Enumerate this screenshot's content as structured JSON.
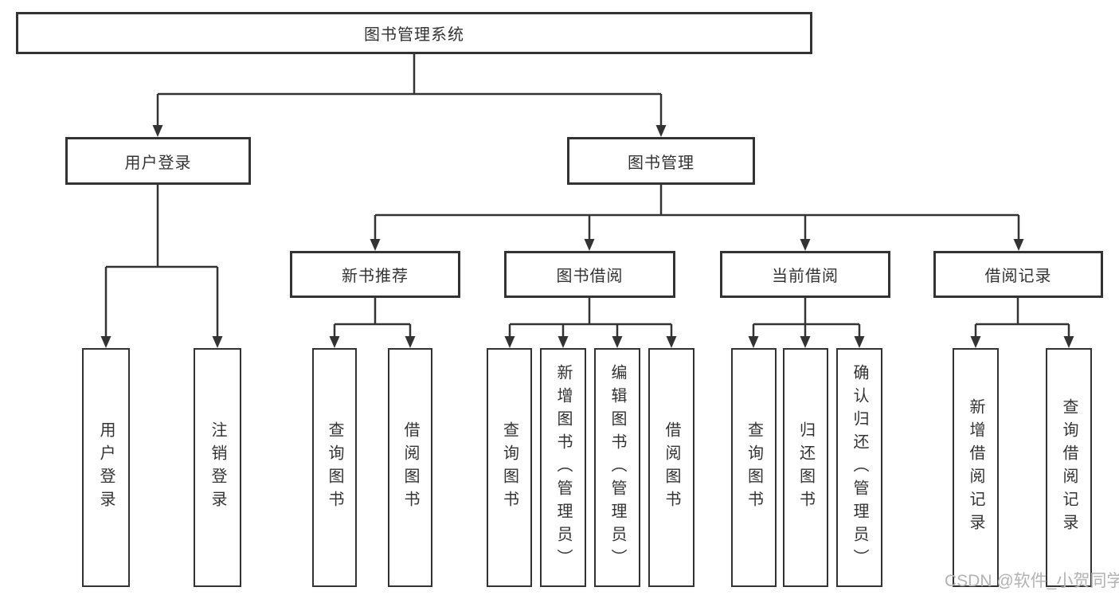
{
  "diagram": {
    "root": "图书管理系统",
    "level2": {
      "userLogin": "用户登录",
      "bookMgmt": "图书管理"
    },
    "level3": {
      "newRec": "新书推荐",
      "bookBorrow": "图书借阅",
      "currentBorrow": "当前借阅",
      "borrowRecord": "借阅记录"
    },
    "leaves": {
      "userLogin": [
        "用户登录",
        "注销登录"
      ],
      "newRec": [
        "查询图书",
        "借阅图书"
      ],
      "bookBorrow": [
        "查询图书",
        "新增图书（管理员）",
        "编辑图书（管理员）",
        "借阅图书"
      ],
      "currentBorrow": [
        "查询图书",
        "归还图书",
        "确认归还（管理员）"
      ],
      "borrowRecord": [
        "新增借阅记录",
        "查询借阅记录"
      ]
    }
  },
  "watermark": "CSDN @软件_小贺同学",
  "colors": {
    "line": "#333333",
    "box_border": "#333333",
    "text": "#333333",
    "watermark": "#b2b2b2",
    "background": "#ffffff"
  }
}
